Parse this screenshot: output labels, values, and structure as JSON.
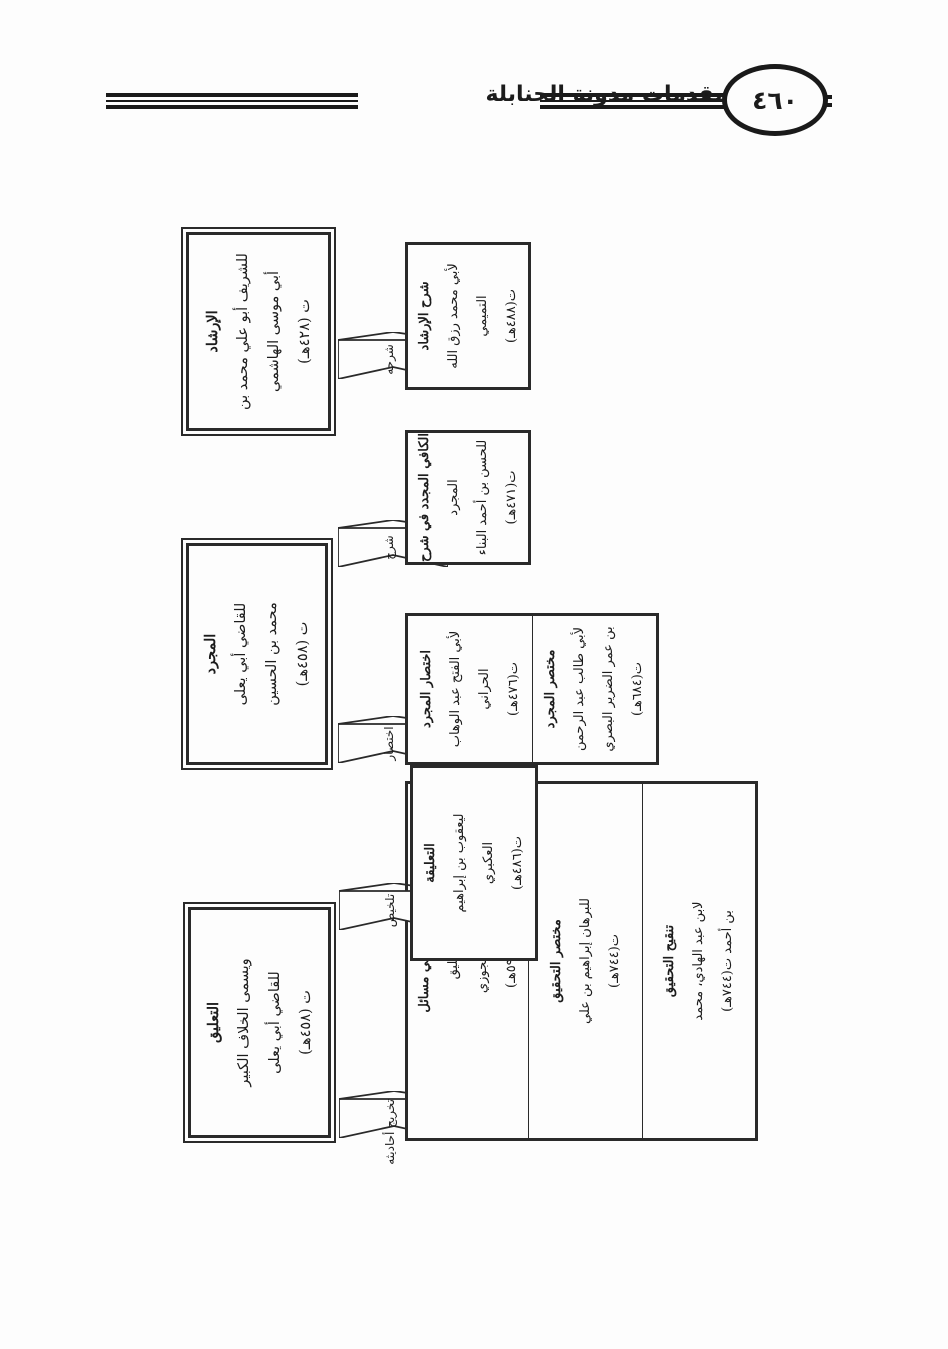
{
  "header": {
    "book_title": "مقدمات مدونة الحنابلة",
    "page_number": "٤٦٠"
  },
  "diagram": {
    "groups": [
      {
        "source": {
          "title": "التعليق",
          "lines": [
            "ويسمى الخلاف الكبير",
            "للقاضي أبي يعلى",
            "ت (٤٥٨هـ)"
          ]
        },
        "branches": [
          {
            "relation": "تخريج أحاديثه",
            "works": [
              {
                "title": "التحقيق في مسائل",
                "lines": [
                  "التعليق",
                  "لابن الجوزي",
                  "ت(٥٩٧هـ)"
                ]
              },
              {
                "title": "مختصر التحقيق",
                "lines": [
                  "للبرهان إبراهيم بن علي",
                  "ت(٧٤٤هـ)"
                ]
              },
              {
                "title": "تنقيح التحقيق",
                "lines": [
                  "لابن عبد الهادي، محمد",
                  "بن أحمد ت(٧٤٤هـ)"
                ]
              }
            ]
          },
          {
            "relation": "تلخيص",
            "works": [
              {
                "title": "التعليقة",
                "lines": [
                  "ليعقوب بن إبراهيم",
                  "العكبري",
                  "ت(٤٨٦هـ)"
                ]
              }
            ]
          }
        ]
      },
      {
        "source": {
          "title": "المجرد",
          "lines": [
            "للقاضي أبي يعلى",
            "محمد بن الحسين",
            "ت (٤٥٨هـ)"
          ]
        },
        "branches": [
          {
            "relation": "اختصار",
            "works": [
              {
                "title": "اختصار المجرد",
                "lines": [
                  "لأبي الفتح عبد الوهاب",
                  "الحراني",
                  "ت(٤٧٦هـ)"
                ]
              },
              {
                "title": "مختصر المجرد",
                "lines": [
                  "لأبي طالب عبد الرحمن",
                  "بن عمر الضرير البصري",
                  "ت(٦٨٤هـ)"
                ]
              }
            ]
          },
          {
            "relation": "شرح",
            "works": [
              {
                "title": "الكافي المجدد في شرح",
                "lines": [
                  "المجرد",
                  "للحسن بن أحمد البناء",
                  "ت(٤٧١هـ)"
                ]
              }
            ]
          }
        ]
      },
      {
        "source": {
          "title": "الإرشاد",
          "lines": [
            "للشريف أبو علي محمد بن",
            "أبي موسى الهاشمي",
            "ت (٤٢٨هـ)"
          ]
        },
        "branches": [
          {
            "relation": "شرحه",
            "works": [
              {
                "title": "شرح الإرشاد",
                "lines": [
                  "لأبي محمد رزق الله",
                  "التميمي",
                  "ت(٤٨٨هـ)"
                ]
              }
            ]
          }
        ]
      }
    ]
  }
}
